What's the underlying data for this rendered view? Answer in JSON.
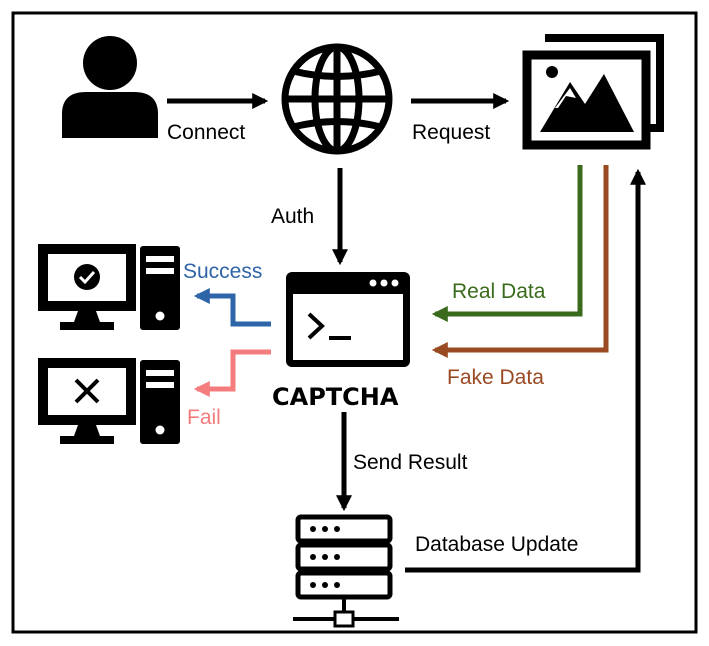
{
  "labels": {
    "connect": "Connect",
    "request": "Request",
    "auth": "Auth",
    "success": "Success",
    "fail": "Fail",
    "real_data": "Real Data",
    "fake_data": "Fake Data",
    "captcha": "CAPTCHA",
    "send_result": "Send Result",
    "database_update": "Database Update"
  },
  "colors": {
    "black": "#000000",
    "success": "#2e64a8",
    "fail": "#f47c7c",
    "real_data": "#3a6b1c",
    "fake_data": "#9a4a22"
  },
  "icons": [
    "user-icon",
    "globe-icon",
    "image-gallery-icon",
    "terminal-window-icon",
    "computer-success-icon",
    "computer-fail-icon",
    "server-icon"
  ]
}
